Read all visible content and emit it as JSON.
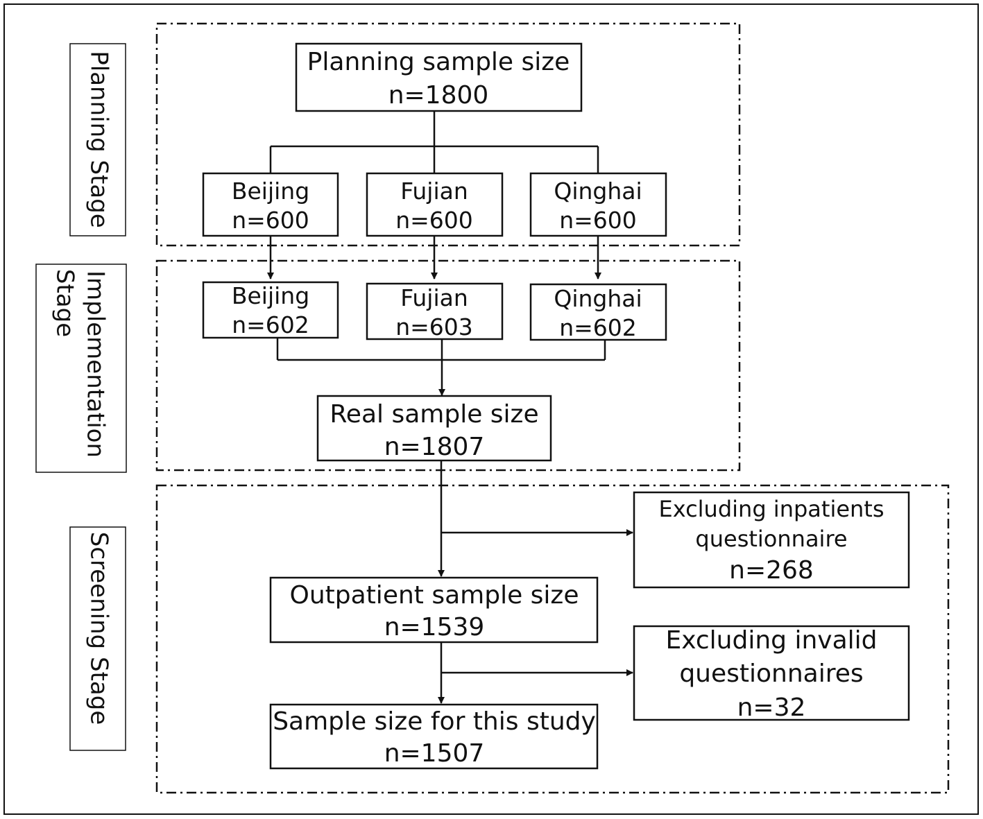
{
  "stages": {
    "planning": "Planning Stage",
    "implementation_line1": "Implementation",
    "implementation_line2": "Stage",
    "screening": "Screening Stage"
  },
  "planning": {
    "total": {
      "label": "Planning sample size",
      "n": "n=1800"
    },
    "beijing": {
      "label": "Beijing",
      "n": "n=600"
    },
    "fujian": {
      "label": "Fujian",
      "n": "n=600"
    },
    "qinghai": {
      "label": "Qinghai",
      "n": "n=600"
    }
  },
  "implementation": {
    "beijing": {
      "label": "Beijing",
      "n": "n=602"
    },
    "fujian": {
      "label": "Fujian",
      "n": "n=603"
    },
    "qinghai": {
      "label": "Qinghai",
      "n": "n=602"
    },
    "real": {
      "label": "Real sample size",
      "n": "n=1807"
    }
  },
  "screening": {
    "exclude_inpatients": {
      "line1": "Excluding inpatients",
      "line2": "questionnaire",
      "n": "n=268"
    },
    "outpatient": {
      "label": "Outpatient sample size",
      "n": "n=1539"
    },
    "exclude_invalid": {
      "line1": "Excluding invalid",
      "line2": "questionnaires",
      "n": "n=32"
    },
    "final": {
      "label": "Sample size for this study",
      "n": "n=1507"
    }
  }
}
